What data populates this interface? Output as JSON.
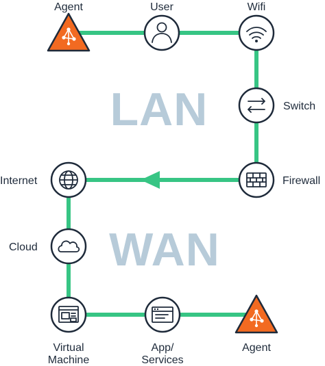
{
  "watermarks": {
    "top": "LAN",
    "bottom": "WAN"
  },
  "nodes": {
    "agent_top": "Agent",
    "user": "User",
    "wifi": "Wifi",
    "switch": "Switch",
    "firewall": "Firewall",
    "internet": "Internet",
    "cloud": "Cloud",
    "virtual_machine_line1": "Virtual",
    "virtual_machine_line2": "Machine",
    "app_services_line1": "App/",
    "app_services_line2": "Services",
    "agent_bottom": "Agent"
  },
  "colors": {
    "link": "#37c584",
    "agent_warning": "#f26a21",
    "watermark": "#b7cbd9",
    "outline": "#1e2a3a"
  },
  "icons": {
    "agent_top": "agent-warning-icon",
    "user": "user-icon",
    "wifi": "wifi-icon",
    "switch": "switch-arrows-icon",
    "firewall": "firewall-brick-icon",
    "internet": "globe-icon",
    "cloud": "cloud-icon",
    "virtual_machine": "virtual-machine-icon",
    "app_services": "browser-window-icon",
    "agent_bottom": "agent-warning-icon"
  }
}
